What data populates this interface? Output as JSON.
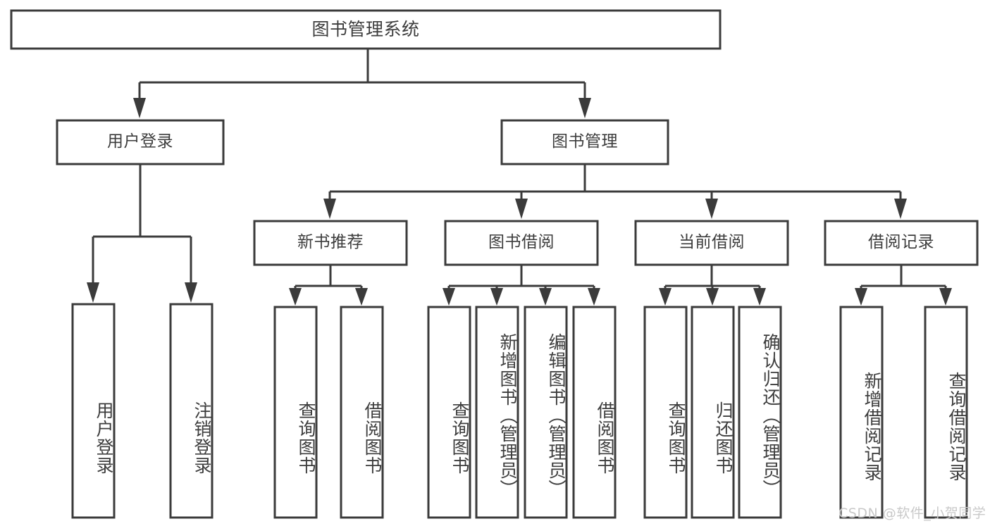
{
  "diagram": {
    "type": "tree-hierarchy",
    "title": "图书管理系统",
    "colors": {
      "box_stroke": "#3b3b3b",
      "box_fill": "#ffffff",
      "text": "#3d3d3d",
      "connector": "#3b3b3b",
      "background": "#ffffff",
      "watermark": "#c9c9c9"
    },
    "root": {
      "label": "图书管理系统"
    },
    "level2": [
      {
        "label": "用户登录"
      },
      {
        "label": "图书管理"
      }
    ],
    "level3": [
      {
        "label": "新书推荐"
      },
      {
        "label": "图书借阅"
      },
      {
        "label": "当前借阅"
      },
      {
        "label": "借阅记录"
      }
    ],
    "leaves": {
      "user_login": [
        {
          "label": "用户登录"
        },
        {
          "label": "注销登录"
        }
      ],
      "new_book_recommend": [
        {
          "label": "查询图书"
        },
        {
          "label": "借阅图书"
        }
      ],
      "book_borrow": [
        {
          "label": "查询图书"
        },
        {
          "label": "新增图书（管理员）"
        },
        {
          "label": "编辑图书（管理员）"
        },
        {
          "label": "借阅图书"
        }
      ],
      "current_borrow": [
        {
          "label": "查询图书"
        },
        {
          "label": "归还图书"
        },
        {
          "label": "确认归还（管理员）"
        }
      ],
      "borrow_record": [
        {
          "label": "新增借阅记录"
        },
        {
          "label": "查询借阅记录"
        }
      ]
    }
  },
  "watermark": {
    "text": "CSDN @软件_小贺同学"
  }
}
